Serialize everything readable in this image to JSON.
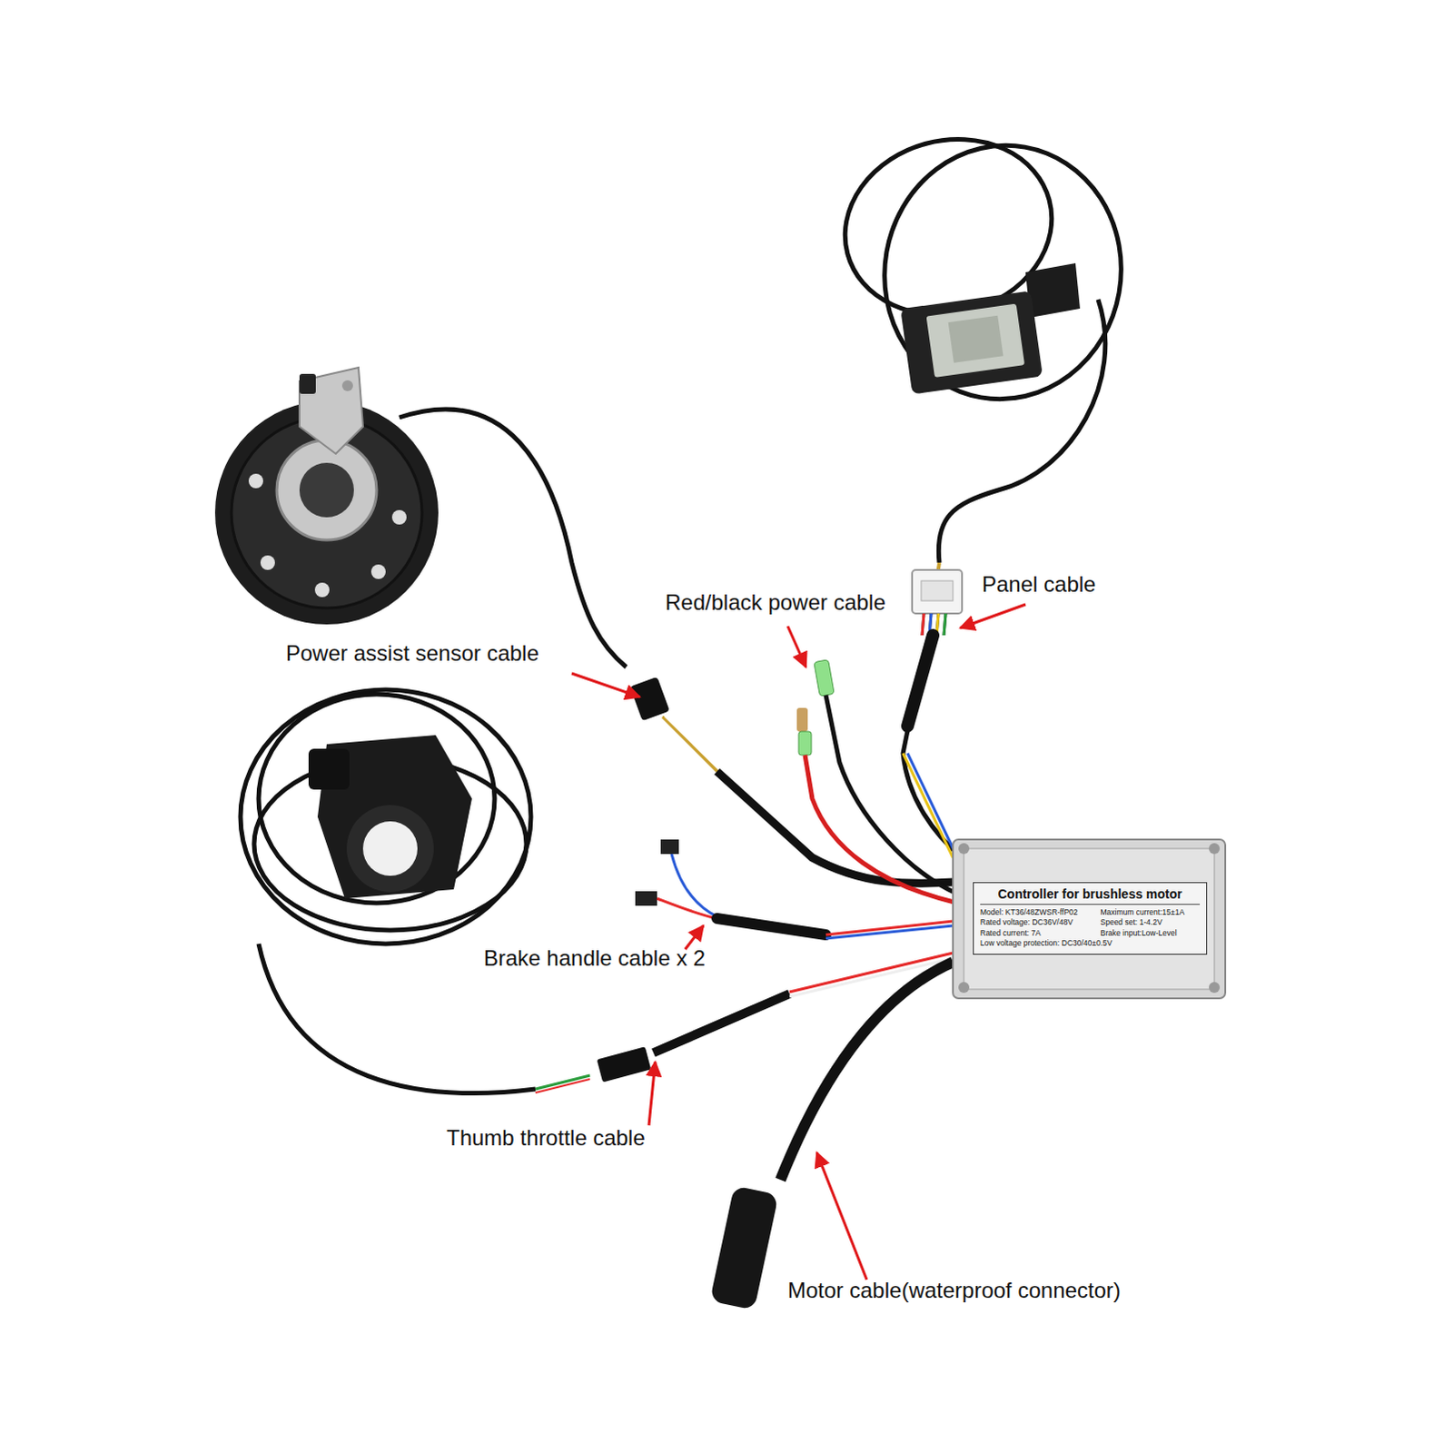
{
  "diagram": {
    "nodes": [
      {
        "text": [
          "Controller for brushless motor",
          "Model: KT36/48ZWSR-ffP02",
          "Maximum current:15±1A",
          "Rated voltage: DC36V/48V",
          "Speed set: 1-4.2V",
          "Rated current: 7A",
          "Brake input:Low-Level",
          "Low voltage protection: DC30/40±0.5V"
        ]
      }
    ],
    "labels": [
      "Power assist sensor cable",
      "Red/black power cable",
      "Panel cable",
      "Brake handle cable x 2",
      "Thumb throttle cable",
      "Motor cable(waterproof connector)"
    ]
  }
}
